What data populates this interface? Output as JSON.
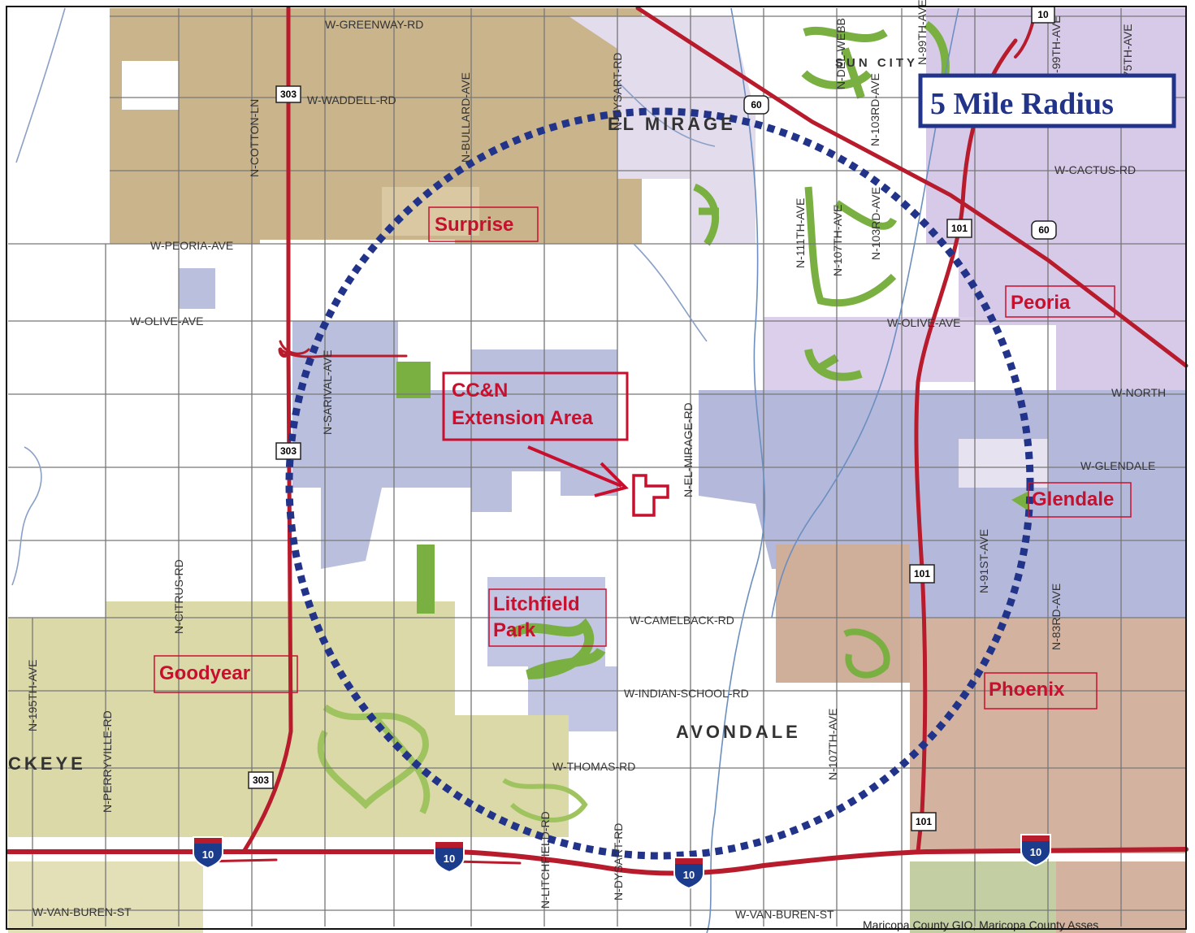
{
  "legend": {
    "title": "5 Mile Radius"
  },
  "cities": {
    "surprise": "Surprise",
    "peoria": "Peoria",
    "glendale": "Glendale",
    "goodyear": "Goodyear",
    "phoenix": "Phoenix",
    "litchfield_line1": "Litchfield",
    "litchfield_line2": "Park"
  },
  "extension_area": {
    "line1": "CC&N",
    "line2": "Extension Area"
  },
  "towns": {
    "el_mirage": "EL MIRAGE",
    "sun_city": "SUN CITY",
    "avondale": "AVONDALE",
    "buckeye": "CKEYE"
  },
  "streets": {
    "greenway": "W-GREENWAY-RD",
    "waddell": "W-WADDELL-RD",
    "cactus": "W-CACTUS-RD",
    "peoria_ave": "W-PEORIA-AVE",
    "olive_w": "W-OLIVE-AVE",
    "olive_e": "W-OLIVE-AVE",
    "northern": "W-NORTH",
    "glendale_ave": "W-GLENDALE",
    "camelback": "W-CAMELBACK-RD",
    "indian_school": "W-INDIAN-SCHOOL-RD",
    "thomas": "W-THOMAS-RD",
    "van_buren_w": "W-VAN-BUREN-ST",
    "van_buren_e": "W-VAN-BUREN-ST",
    "cotton": "N-COTTON-LN",
    "bullard": "N-BULLARD-AVE",
    "dysart_n": "N-DYSART-RD",
    "dysart_s": "N-DYSART-RD",
    "sarival": "N-SARIVAL-AVE",
    "el_mirage_rd": "N-EL-MIRAGE-RD",
    "citrus": "N-CITRUS-RD",
    "litchfield_rd": "N-LITCHFIELD-RD",
    "perryville": "N-PERRYVILLE-RD",
    "ave_195": "N-195TH-AVE",
    "ave_107": "N-107TH-AVE",
    "ave_111": "N-111TH-AVE",
    "ave_103": "N-103RD-AVE",
    "ave_107_n": "N-107TH-AVE",
    "ave_99": "N-99TH-AVE",
    "ave_91": "N-91ST-AVE",
    "ave_83": "N-83RD-AVE",
    "ave_75": "N-75TH-AVE",
    "webb": "N-DEL-WEBB",
    "ave_103_n": "N-103RD-AVE",
    "ave_99_n": "N-99TH-AVE"
  },
  "shields": {
    "r303_a": "303",
    "r303_b": "303",
    "r303_c": "303",
    "us60_a": "60",
    "us60_b": "60",
    "r101_a": "101",
    "r101_b": "101",
    "r101_c": "101",
    "r101_d": "10",
    "i10_a": "10",
    "i10_b": "10",
    "i10_c": "10",
    "i10_d": "10"
  },
  "credit": "Maricopa County GIO, Maricopa County Asses",
  "colors": {
    "surprise_zone": "#c9b48c",
    "goodyear_zone": "#dcd9a8",
    "peoria_zone": "#d7c9e8",
    "glendale_zone": "#b4b9dc",
    "phoenix_zone": "#cfae9a",
    "park": "#79b041",
    "road": "#b81c2c",
    "radius": "#22338a",
    "city_label": "#c8102e"
  }
}
